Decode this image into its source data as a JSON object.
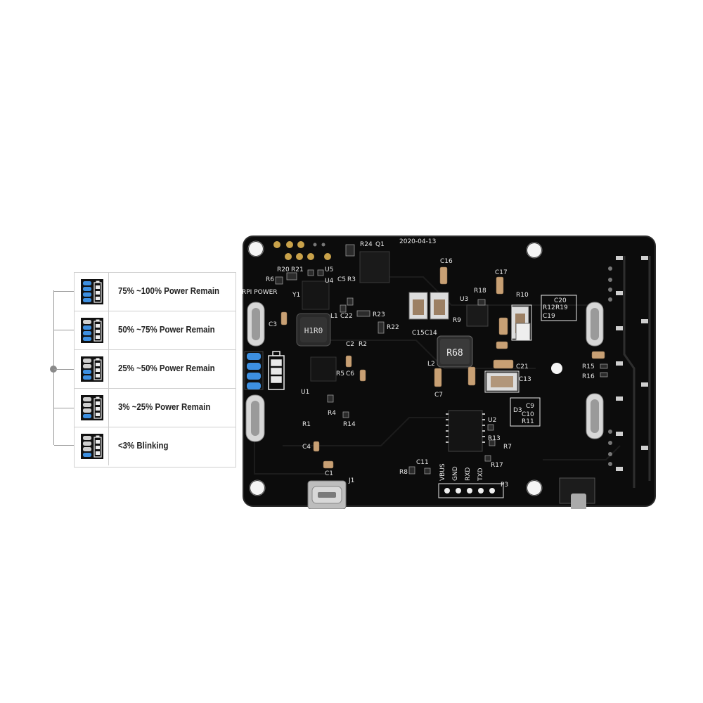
{
  "legend": {
    "rows": [
      {
        "label": "75% ~100% Power Remain",
        "leds_lit": 4
      },
      {
        "label": "50% ~75% Power Remain",
        "leds_lit": 3
      },
      {
        "label": "25% ~50% Power Remain",
        "leds_lit": 2
      },
      {
        "label": "3% ~25% Power Remain",
        "leds_lit": 1
      },
      {
        "label": "<3% Blinking",
        "leds_lit": 1
      }
    ],
    "led_color": "#3d8fe0"
  },
  "board": {
    "date_code": "2020-04-13",
    "inductor_1": "H1R0",
    "inductor_2": "R68",
    "labels": {
      "r24": "R24",
      "q1": "Q1",
      "r6": "R6",
      "r20": "R20",
      "r21": "R21",
      "rpi_power": "RPI POWER",
      "y1": "Y1",
      "u5": "U5",
      "u4": "U4",
      "c5": "C5",
      "r3": "R3",
      "l1": "L1",
      "c22": "C22",
      "r23": "R23",
      "r22": "R22",
      "c3": "C3",
      "c2": "C2",
      "r2": "R2",
      "c6": "C6",
      "r5": "R5",
      "u1": "U1",
      "r4": "R4",
      "r14": "R14",
      "r1": "R1",
      "c4": "C4",
      "c1": "C1",
      "j1": "J1",
      "c16": "C16",
      "c17": "C17",
      "r18": "R18",
      "u3": "U3",
      "r10": "R10",
      "c15": "C15",
      "c14": "C14",
      "r9": "R9",
      "l2": "L2",
      "c21": "C21",
      "c13": "C13",
      "c7": "C7",
      "d3": "D3",
      "c9": "C9",
      "c10": "C10",
      "r11": "R11",
      "u2": "U2",
      "r13": "R13",
      "r7": "R7",
      "r17": "R17",
      "r8": "R8",
      "c11": "C11",
      "r15": "R15",
      "r16": "R16",
      "c20": "C20",
      "c19": "C19",
      "r19": "R19",
      "r12": "R12",
      "p3": "P3",
      "vbus": "VBUS",
      "gnd": "GND",
      "rxd": "RXD",
      "txd": "TXD"
    }
  },
  "colors": {
    "board": "#0c0c0c",
    "silkscreen": "#e9e9e9",
    "gold": "#c9a24a"
  }
}
